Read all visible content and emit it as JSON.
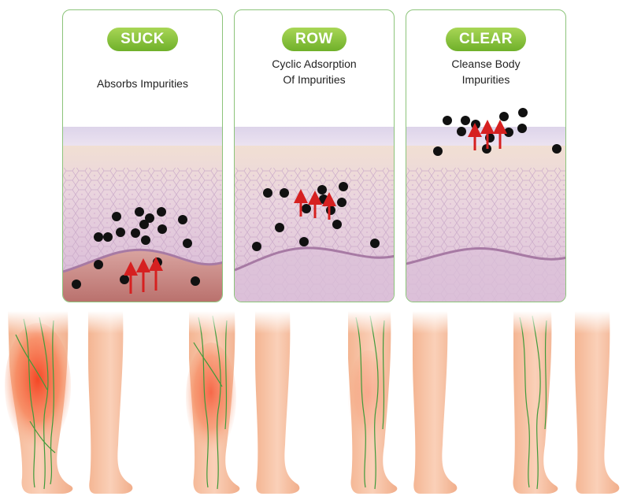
{
  "panels": [
    {
      "badge": "SUCK",
      "caption": [
        "Absorbs Impurities"
      ]
    },
    {
      "badge": "ROW",
      "caption": [
        "Cyclic Adsorption",
        "Of Impurities"
      ]
    },
    {
      "badge": "CLEAR",
      "caption": [
        "Cleanse Body",
        "Impurities"
      ]
    }
  ],
  "colors": {
    "frame_green": "#8cc47a",
    "badge_green": "#76b52f",
    "skin_pink": "#e6cde0",
    "tissue": "#c98b86",
    "arrow_red": "#d62020",
    "particle": "#111111",
    "leg_skin": "#f7c4a8",
    "inflamed": "#f4552a",
    "lymph_green": "#3f9a3a"
  }
}
